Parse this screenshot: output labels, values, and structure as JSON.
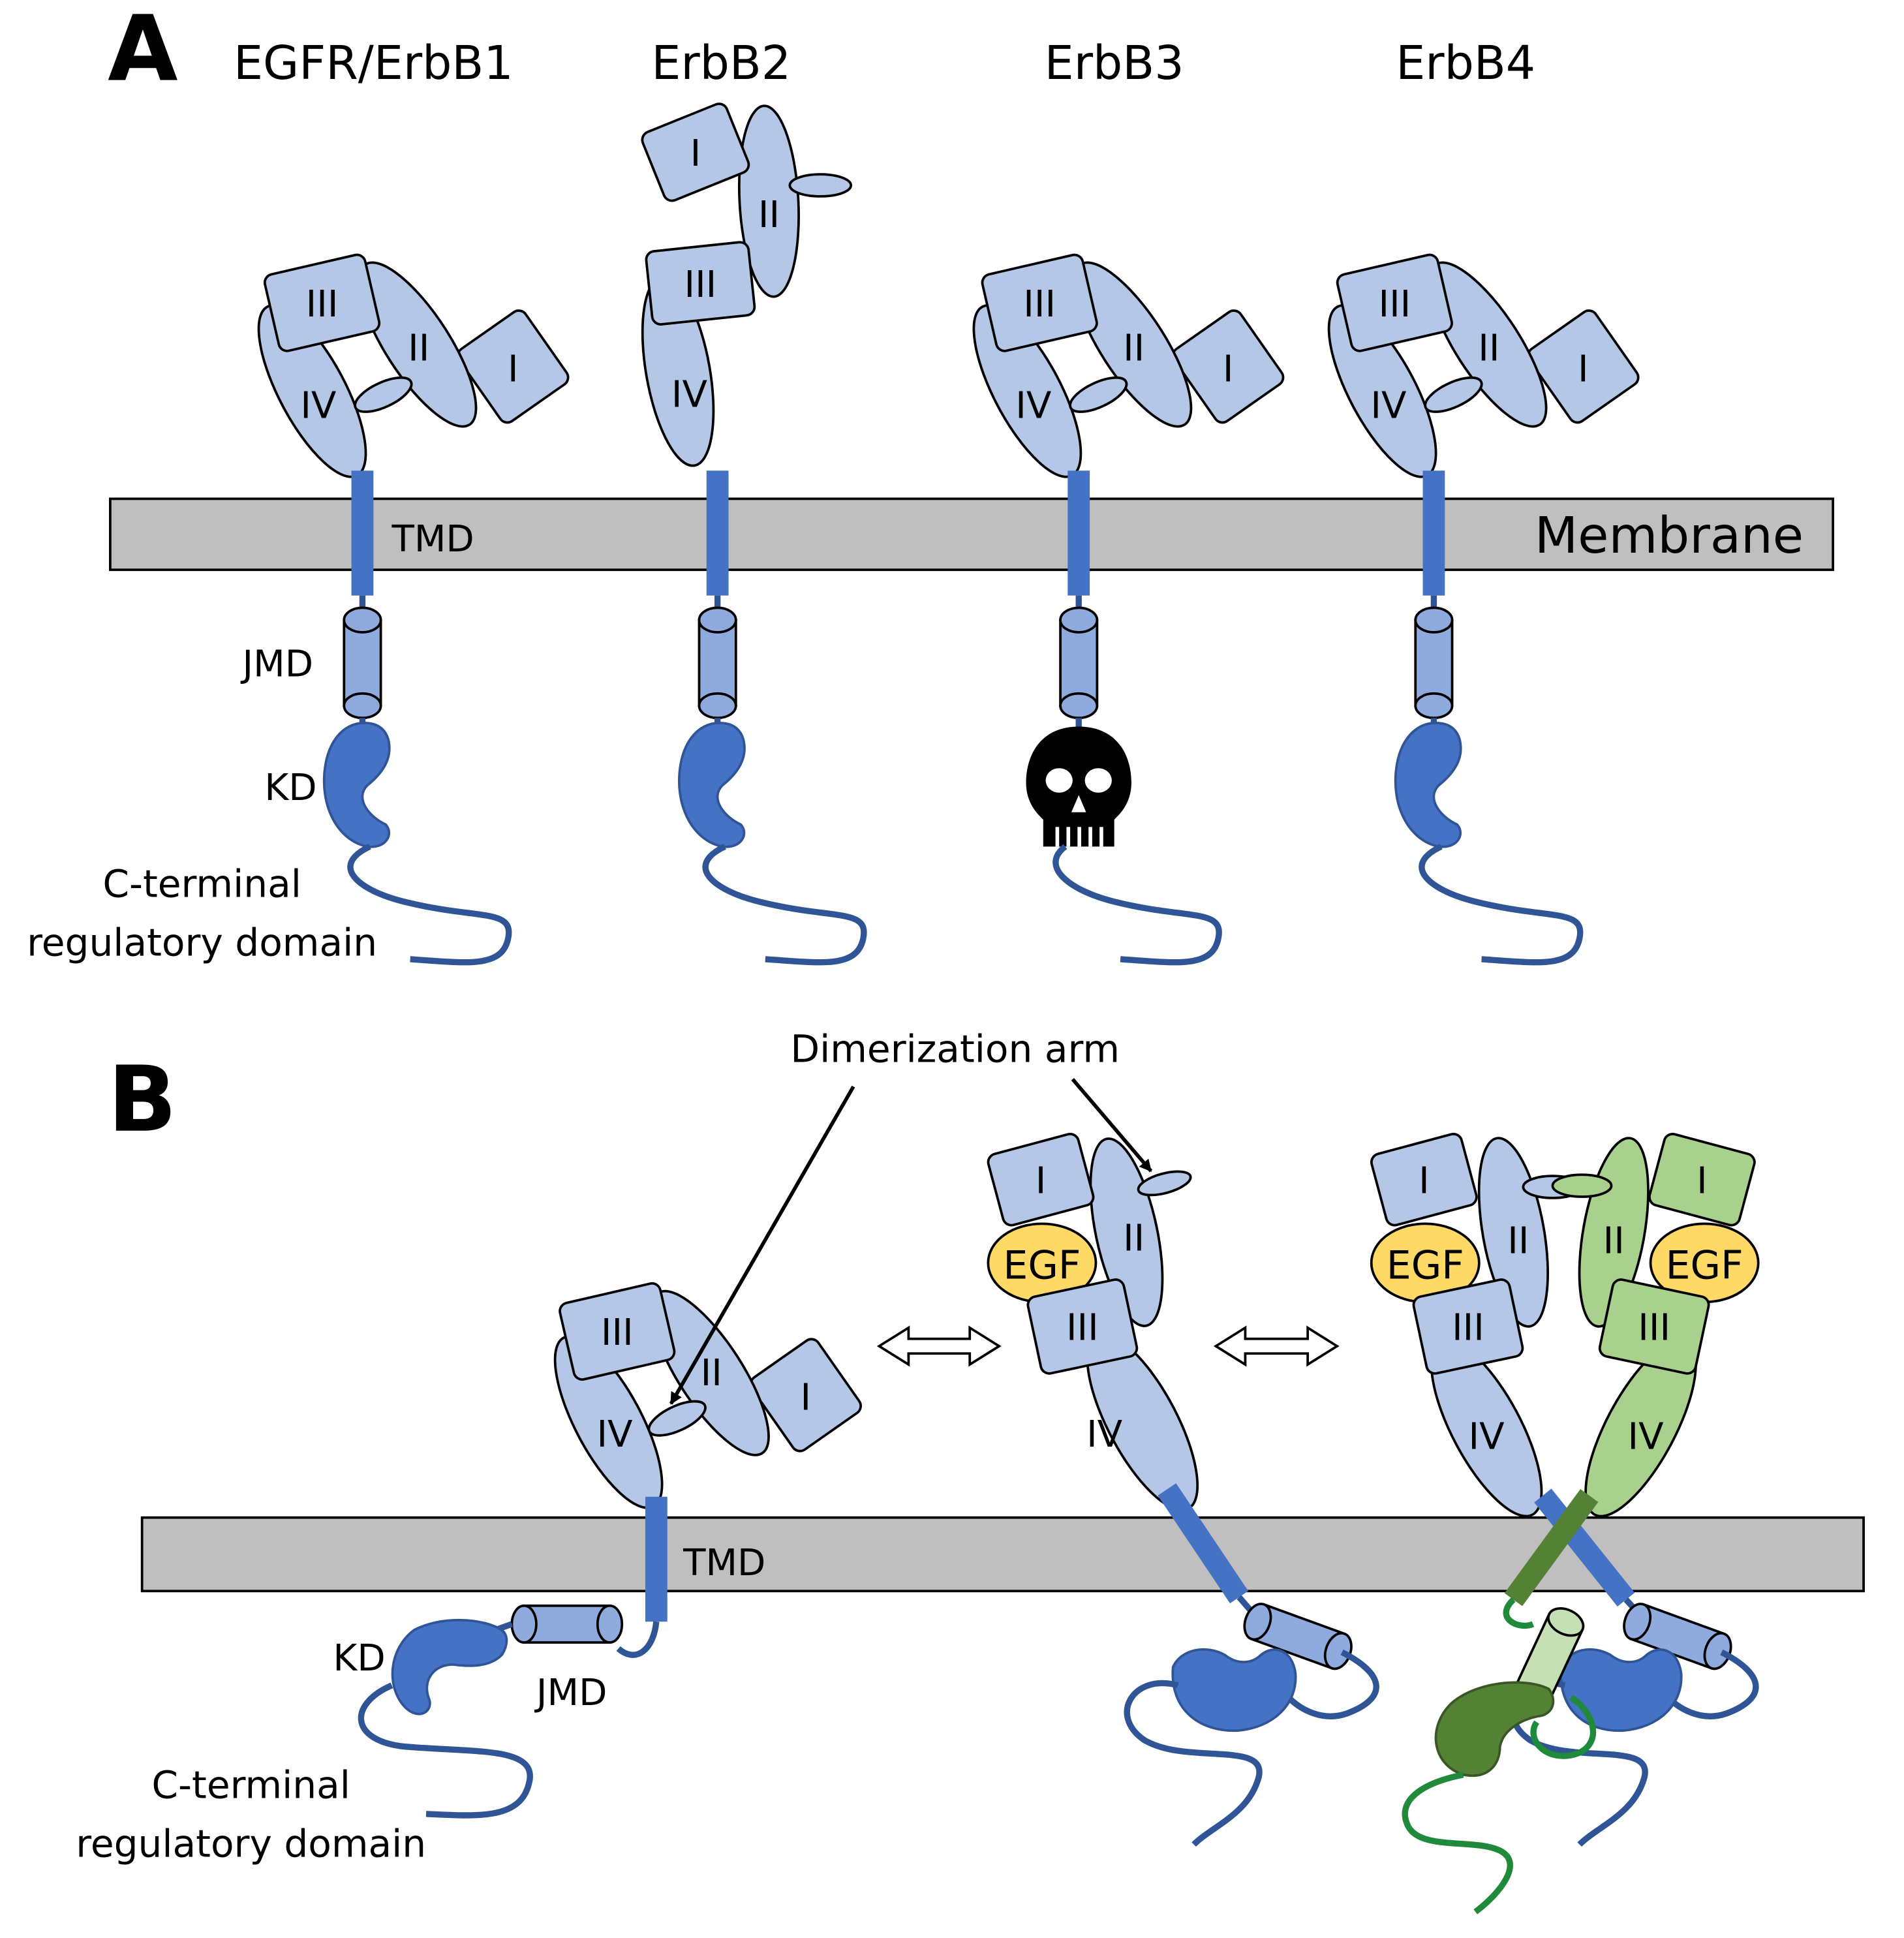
{
  "panel_a": {
    "letter": "A",
    "receptors": [
      {
        "title": "EGFR/ErbB1",
        "state": "tethered",
        "kinase": "active"
      },
      {
        "title": "ErbB2",
        "state": "extended",
        "kinase": "active"
      },
      {
        "title": "ErbB3",
        "state": "tethered",
        "kinase": "dead"
      },
      {
        "title": "ErbB4",
        "state": "tethered",
        "kinase": "active"
      }
    ],
    "labels": {
      "tmd": "TMD",
      "membrane": "Membrane",
      "jmd": "JMD",
      "kd": "KD",
      "cterm_line1": "C-terminal",
      "cterm_line2": "regulatory domain"
    }
  },
  "panel_b": {
    "letter": "B",
    "labels": {
      "dimerization_arm": "Dimerization arm",
      "tmd": "TMD",
      "jmd": "JMD",
      "kd": "KD",
      "cterm_line1": "C-terminal",
      "cterm_line2": "regulatory domain",
      "egf": "EGF"
    }
  },
  "domains": {
    "d1": "I",
    "d2": "II",
    "d3": "III",
    "d4": "IV"
  },
  "colors": {
    "ecd_blue": "#b4c7e7",
    "ecd_green": "#a9d18e",
    "tm_blue": "#4472c4",
    "kd_blue": "#4472c4",
    "kd_green": "#548235",
    "tail_blue": "#2f5597",
    "tail_green": "#1e8a3a",
    "jmd_blue": "#8faadc",
    "jmd_green": "#c5e0b4",
    "egf": "#ffd966",
    "membrane": "#bfbfbf",
    "outline": "#000000",
    "skull": "#000000"
  },
  "icons": [
    "skull-icon",
    "double-arrow-icon"
  ]
}
